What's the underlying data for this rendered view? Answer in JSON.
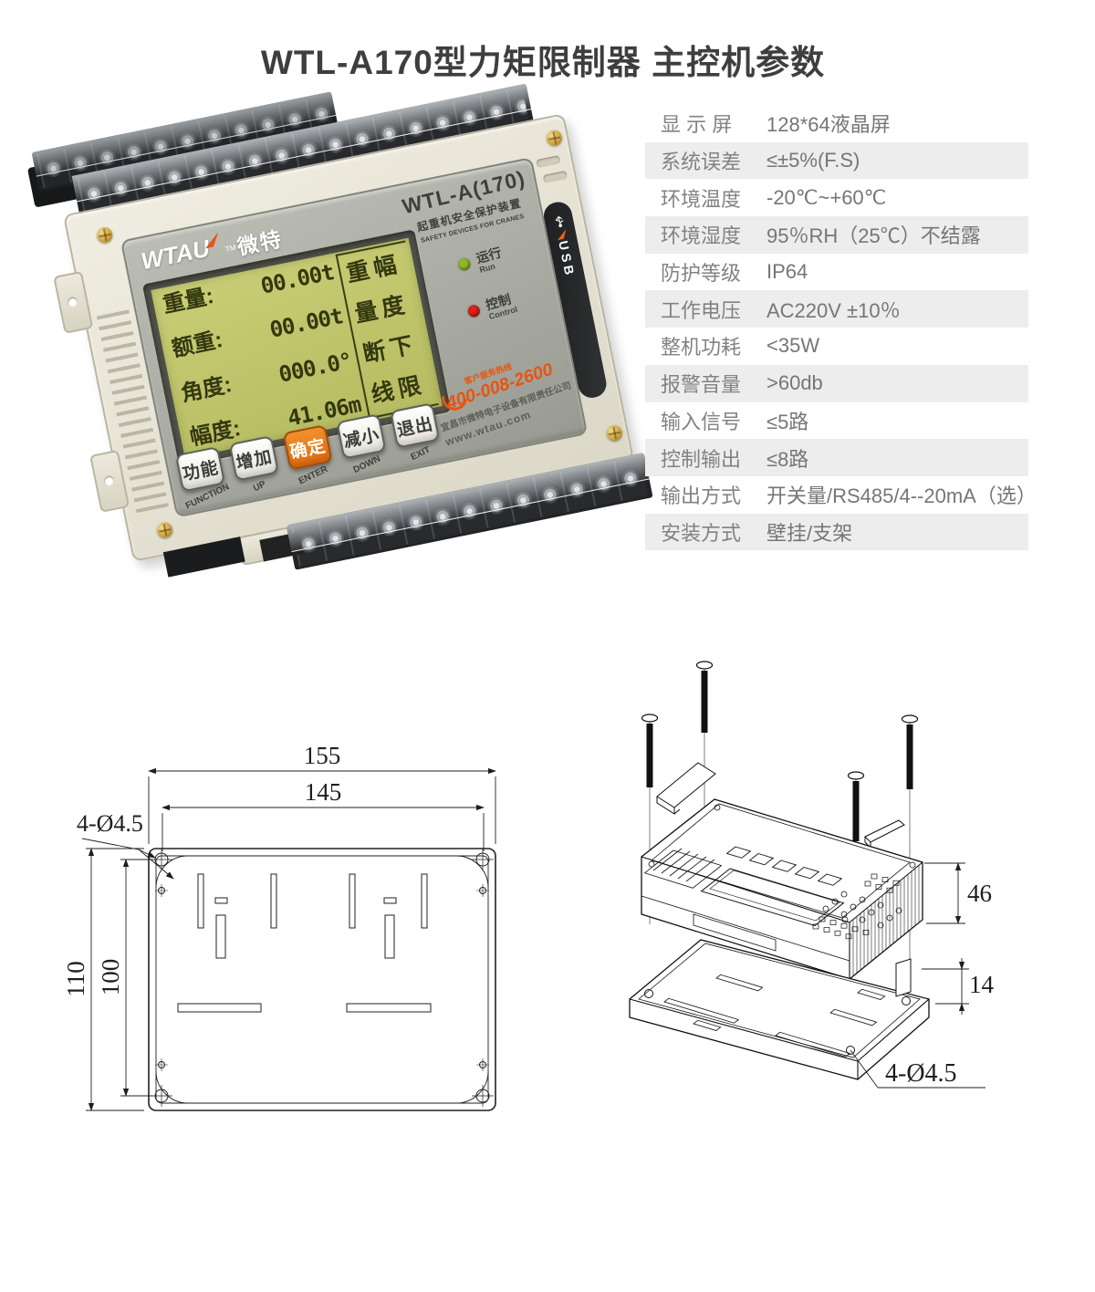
{
  "title": "WTL-A170型力矩限制器  主控机参数",
  "device": {
    "brand": "WTAU",
    "brand_tm": "TM",
    "brand_cn": "微特",
    "model": "WTL-A(170)",
    "model_sub_cn": "起重机安全保护装置",
    "model_sub_en": "SAFETY DEVICES FOR CRANES",
    "screen": {
      "lines": [
        {
          "label": "重量:",
          "value": "00.00t"
        },
        {
          "label": "额重:",
          "value": "00.00t"
        },
        {
          "label": "角度:",
          "value": "000.0°"
        },
        {
          "label": "幅度:",
          "value": "41.06m"
        }
      ],
      "side_rows": [
        "重幅",
        "量度",
        "断下",
        "线限"
      ]
    },
    "leds": [
      {
        "cn": "运行",
        "en": "Run",
        "color": "#8fbb22"
      },
      {
        "cn": "控制",
        "en": "Control",
        "color": "#dd2218"
      }
    ],
    "usb_label": "USB",
    "buttons": [
      {
        "cn": "功能",
        "en": "FUNCTION"
      },
      {
        "cn": "增加",
        "en": "UP"
      },
      {
        "cn": "确定",
        "en": "ENTER"
      },
      {
        "cn": "减小",
        "en": "DOWN"
      },
      {
        "cn": "退出",
        "en": "EXIT"
      }
    ],
    "hotline_label": "客户服务热线",
    "hotline": "400-008-2600",
    "company": "宜昌市微特电子设备有限责任公司",
    "website": "www.wtau.com",
    "accent_color": "#e8540e"
  },
  "specs": {
    "row_band_color": "#ededed",
    "rows": [
      {
        "label": "显 示 屏",
        "value": "128*64液晶屏"
      },
      {
        "label": "系统误差",
        "value": "≤±5%(F.S)"
      },
      {
        "label": "环境温度",
        "value": "-20℃~+60℃"
      },
      {
        "label": "环境湿度",
        "value": "95％RH（25℃）不结露"
      },
      {
        "label": "防护等级",
        "value": "IP64"
      },
      {
        "label": "工作电压",
        "value": "AC220V ±10％"
      },
      {
        "label": "整机功耗",
        "value": "<35W"
      },
      {
        "label": "报警音量",
        "value": ">60db"
      },
      {
        "label": "输入信号",
        "value": "≤5路"
      },
      {
        "label": "控制输出",
        "value": "≤8路"
      },
      {
        "label": "输出方式",
        "value": "开关量/RS485/4--20mA（选）"
      },
      {
        "label": "安装方式",
        "value": "壁挂/支架"
      }
    ]
  },
  "front_drawing": {
    "dim_width_outer": "155",
    "dim_width_inner": "145",
    "dim_height_outer": "110",
    "dim_height_inner": "100",
    "hole_note": "4-Ø4.5"
  },
  "iso_drawing": {
    "dim_height_top": "46",
    "dim_height_base": "14",
    "hole_note": "4-Ø4.5"
  }
}
